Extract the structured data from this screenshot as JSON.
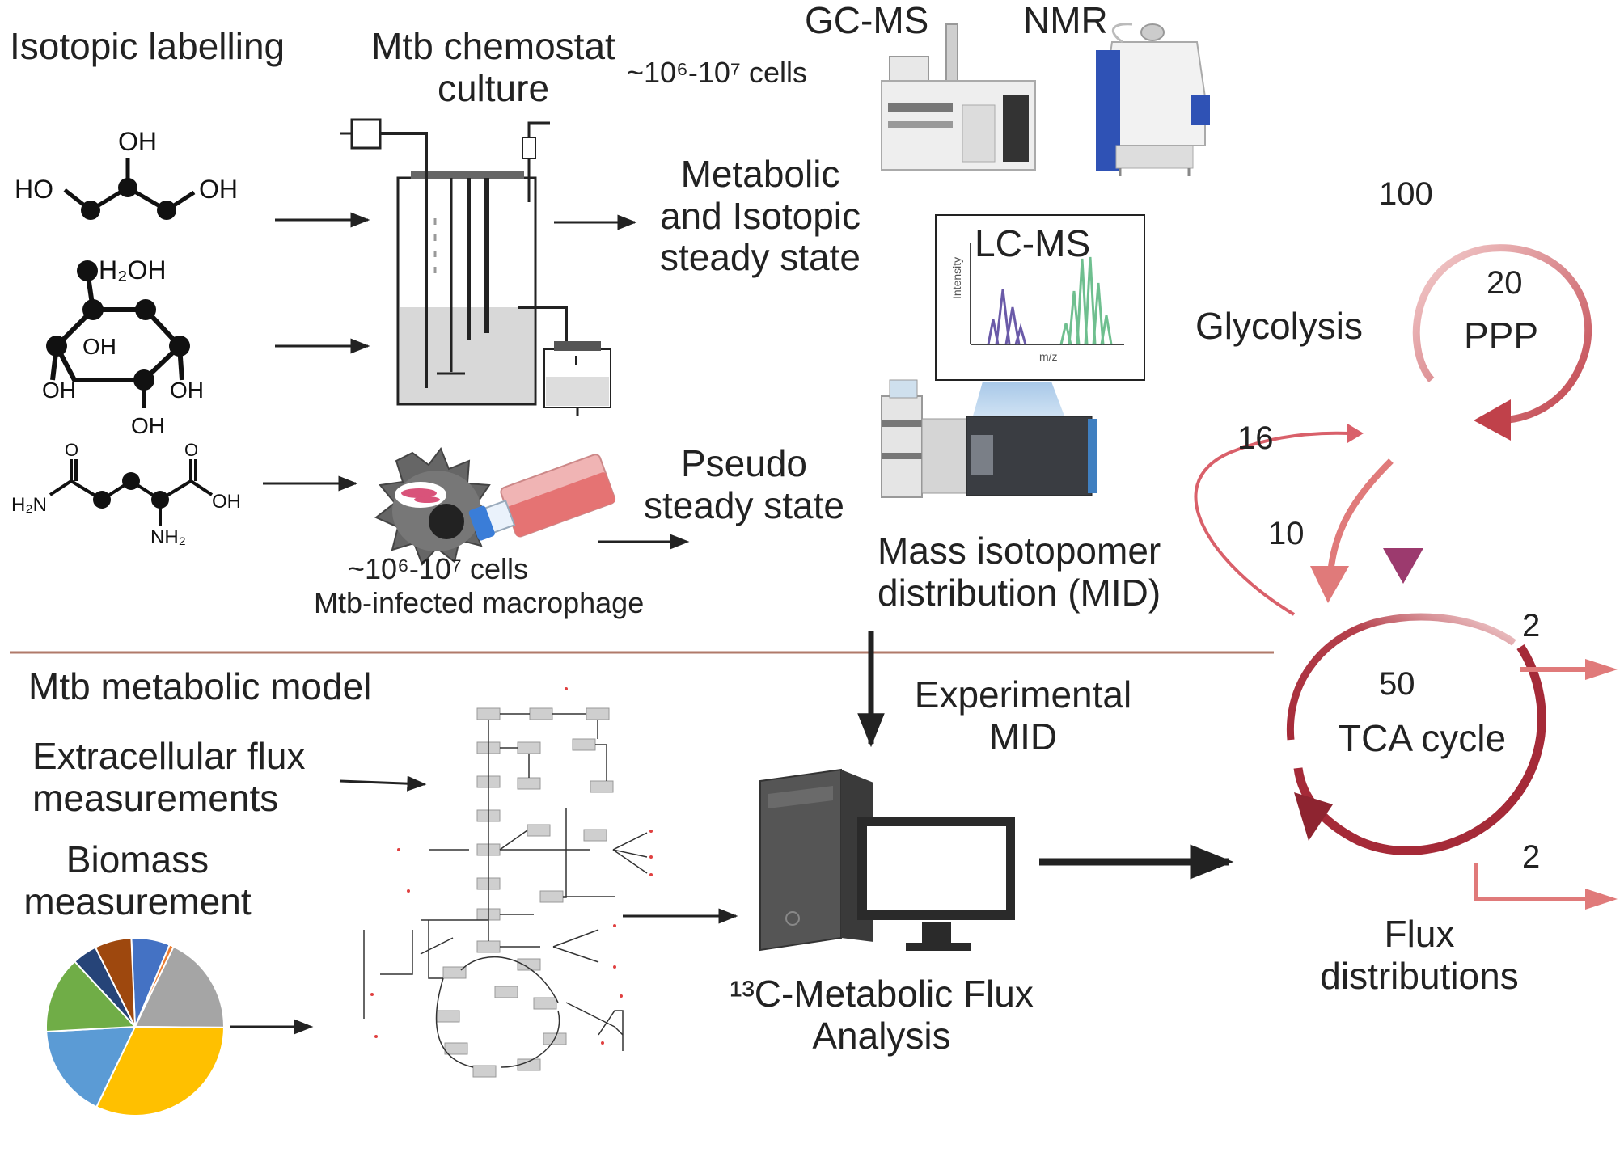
{
  "labels": {
    "isotopic_labelling": "Isotopic labelling",
    "chemostat_line1": "Mtb chemostat",
    "chemostat_line2": "culture",
    "cells_top": "~10⁶-10⁷ cells",
    "gcms": "GC-MS",
    "nmr": "NMR",
    "steady_line1": "Metabolic",
    "steady_line2": "and Isotopic",
    "steady_line3": "steady state",
    "lcms": "LC-MS",
    "lcms_yaxis": "Intensity",
    "lcms_xaxis": "m/z",
    "pseudo_line1": "Pseudo",
    "pseudo_line2": "steady state",
    "cells_macro": "~10⁶-10⁷ cells",
    "macrophage": "Mtb-infected macrophage",
    "mid_line1": "Mass isotopomer",
    "mid_line2": "distribution (MID)",
    "model_title": "Mtb metabolic model",
    "extracellular_line1": "Extracellular flux",
    "extracellular_line2": "measurements",
    "biomass_line1": "Biomass",
    "biomass_line2": "measurement",
    "experimental_line1": "Experimental",
    "experimental_line2": "MID",
    "mfa_line1": "¹³C-Metabolic Flux",
    "mfa_line2": "Analysis",
    "flux_line1": "Flux",
    "flux_line2": "distributions"
  },
  "molecules": {
    "glycerol_oh_top": "OH",
    "glycerol_ho_left": "HO",
    "glycerol_oh_right": "OH",
    "glucose_ch2oh": "H₂OH",
    "glucose_oh_inner": "OH",
    "glucose_oh_left": "OH",
    "glucose_oh_right": "OH",
    "glucose_oh_bottom": "OH",
    "glutamine_h2n": "H₂N",
    "glutamine_nh2": "NH₂",
    "glutamine_oh": "OH",
    "glutamine_o1": "O",
    "glutamine_o2": "O"
  },
  "flux_map": {
    "glycolysis_label": "Glycolysis",
    "glycolysis_value": "100",
    "ppp_label": "PPP",
    "ppp_value": "20",
    "back_value": "16",
    "side_value": "10",
    "tca_label": "TCA cycle",
    "tca_value": "50",
    "out_top_value": "2",
    "out_bottom_value": "2"
  },
  "colors": {
    "glycolysis_arrow": "#9c3a6e",
    "ppp_arrow": "#c0414a",
    "tca_arrow": "#a52a38",
    "light_red": "#e07a7a",
    "divider": "#b07a6a",
    "pie_blue": "#4472c4",
    "pie_gray": "#a5a5a5",
    "pie_yellow": "#ffc000",
    "pie_lightblue": "#5b9bd5",
    "pie_green": "#70ad47",
    "pie_navy": "#264478",
    "pie_brown": "#9e480e",
    "pie_orange": "#ed7d31"
  },
  "chart_data": {
    "type": "pie",
    "slices": [
      {
        "color": "blue",
        "value": 7
      },
      {
        "color": "orange",
        "value": 0.8
      },
      {
        "color": "gray",
        "value": 18
      },
      {
        "color": "yellow",
        "value": 32
      },
      {
        "color": "lightblue",
        "value": 17
      },
      {
        "color": "green",
        "value": 14
      },
      {
        "color": "navy",
        "value": 4.5
      },
      {
        "color": "brown",
        "value": 6.7
      }
    ]
  }
}
